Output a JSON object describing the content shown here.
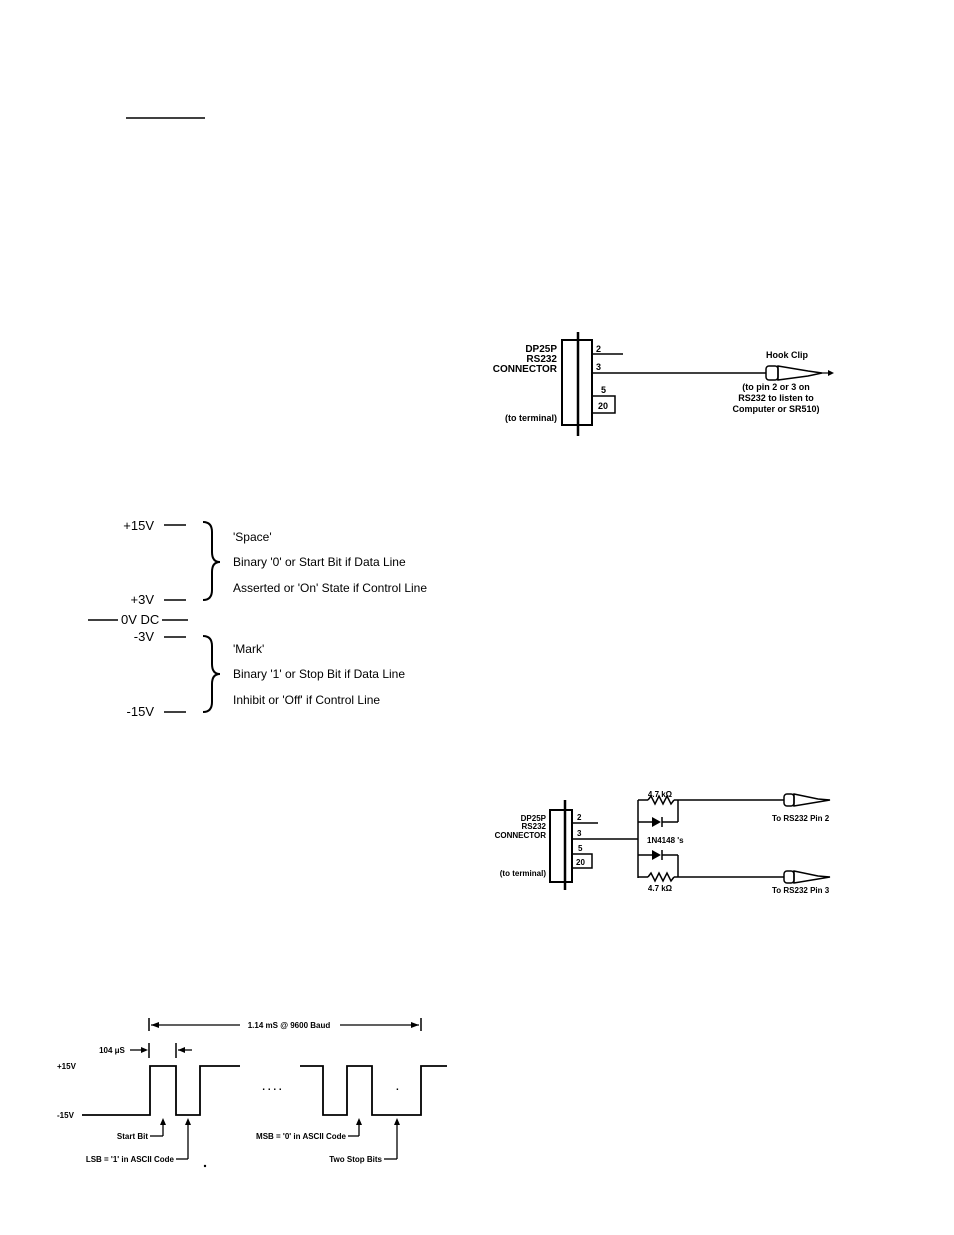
{
  "diagram1": {
    "connector_line1": "DP25P",
    "connector_line2": "RS232",
    "connector_line3": "CONNECTOR",
    "to_terminal": "(to terminal)",
    "pins": [
      "2",
      "3",
      "5",
      "20"
    ],
    "hook_clip": "Hook Clip",
    "note_line1": "(to pin 2 or 3 on",
    "note_line2": "RS232 to listen to",
    "note_line3": "Computer or SR510)"
  },
  "voltage_levels": {
    "plus15": "+15V",
    "plus3": "+3V",
    "zero": "0V DC",
    "minus3": "-3V",
    "minus15": "-15V",
    "space_title": "'Space'",
    "space_line1": "Binary '0' or Start Bit if Data Line",
    "space_line2": "Asserted or 'On' State if Control Line",
    "mark_title": "'Mark'",
    "mark_line1": "Binary '1' or Stop Bit if Data Line",
    "mark_line2": "Inhibit or 'Off' if Control Line"
  },
  "diagram2": {
    "connector_line1": "DP25P",
    "connector_line2": "RS232",
    "connector_line3": "CONNECTOR",
    "to_terminal": "(to terminal)",
    "pins": [
      "2",
      "3",
      "5",
      "20"
    ],
    "resistor_top": "4.7 kΩ",
    "resistor_bottom": "4.7 kΩ",
    "diode_label": "1N4148 's",
    "to_pin2": "To RS232 Pin 2",
    "to_pin3": "To RS232 Pin 3"
  },
  "timing": {
    "duration": "1.14 mS @ 9600 Baud",
    "bit_time": "104 μS",
    "high_level": "+15V",
    "low_level": "-15V",
    "start_bit": "Start Bit",
    "lsb": "LSB = '1' in ASCII Code",
    "msb": "MSB = '0' in ASCII Code",
    "stop_bits": "Two Stop Bits",
    "dots": ". . . ."
  }
}
